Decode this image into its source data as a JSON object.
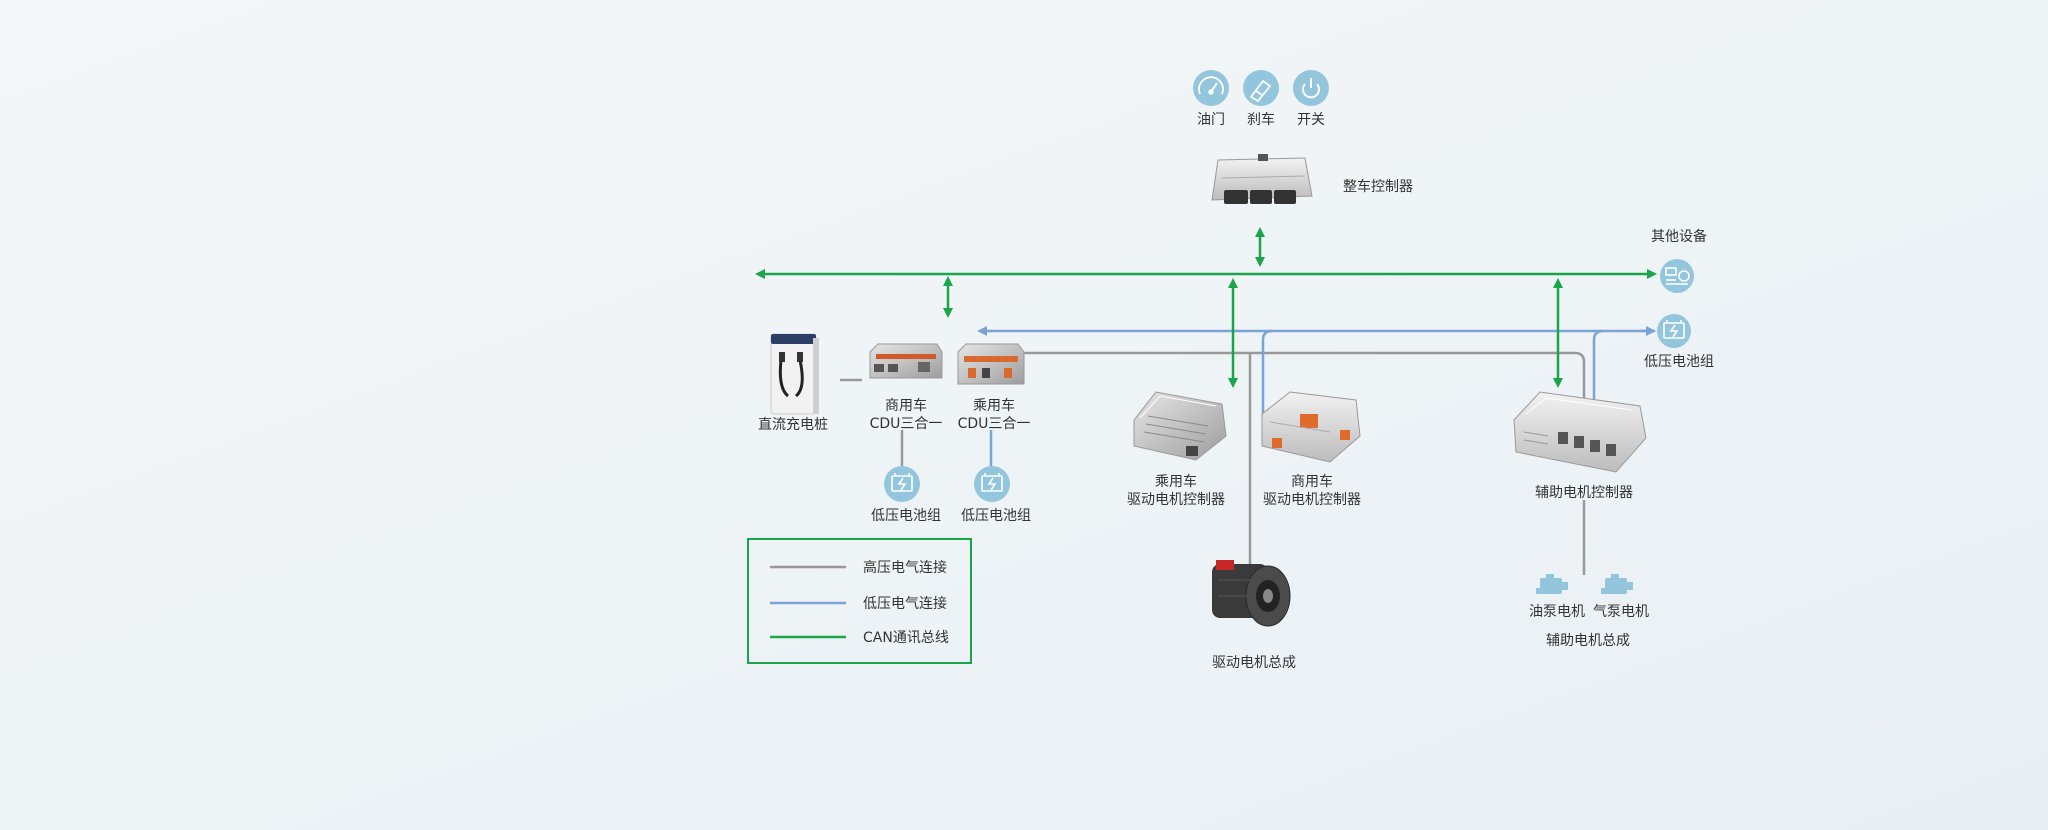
{
  "colors": {
    "can": "#1aa54b",
    "low_voltage": "#7aa3d6",
    "high_voltage": "#999999",
    "icon_circle": "#93c6dc"
  },
  "top_inputs": [
    {
      "icon": "speedometer-icon",
      "label": "油门"
    },
    {
      "icon": "brake-pedal-icon",
      "label": "刹车"
    },
    {
      "icon": "power-icon",
      "label": "开关"
    }
  ],
  "vcu_label": "整车控制器",
  "other_devices_label": "其他设备",
  "lv_battery_right_label": "低压电池组",
  "charger_label": "直流充电桩",
  "cdu_commercial": {
    "line1": "商用车",
    "line2": "CDU三合一"
  },
  "cdu_passenger": {
    "line1": "乘用车",
    "line2": "CDU三合一"
  },
  "battery_left_1_label": "低压电池组",
  "battery_left_2_label": "低压电池组",
  "mcu_passenger": {
    "line1": "乘用车",
    "line2": "驱动电机控制器"
  },
  "mcu_commercial": {
    "line1": "商用车",
    "line2": "驱动电机控制器"
  },
  "drive_motor_label": "驱动电机总成",
  "aux_controller_label": "辅助电机控制器",
  "oil_pump_label": "油泵电机",
  "air_pump_label": "气泵电机",
  "aux_motor_label": "辅助电机总成",
  "legend": {
    "high_voltage": "高压电气连接",
    "low_voltage": "低压电气连接",
    "can": "CAN通讯总线"
  }
}
